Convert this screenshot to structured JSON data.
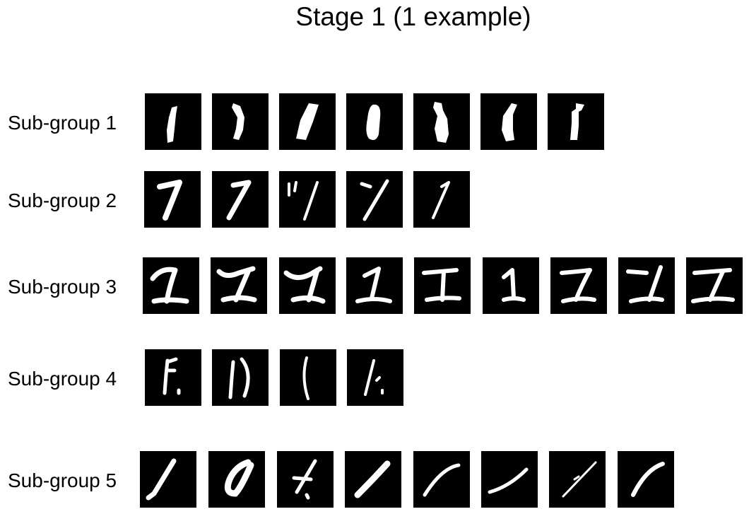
{
  "title": "Stage 1 (1 example)",
  "rows": [
    {
      "label": "Sub-group 1",
      "count": 7
    },
    {
      "label": "Sub-group 2",
      "count": 5
    },
    {
      "label": "Sub-group 3",
      "count": 9
    },
    {
      "label": "Sub-group 4",
      "count": 4
    },
    {
      "label": "Sub-group 5",
      "count": 8
    }
  ]
}
